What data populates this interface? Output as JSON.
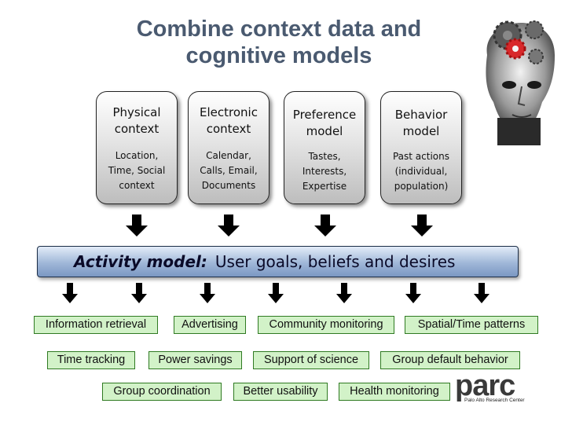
{
  "title": {
    "line1": "Combine context data and",
    "line2": "cognitive models"
  },
  "context_boxes": [
    {
      "heading_1": "Physical",
      "heading_2": "context",
      "detail_1": "Location,",
      "detail_2": "Time, Social",
      "detail_3": "context"
    },
    {
      "heading_1": "Electronic",
      "heading_2": "context",
      "detail_1": "Calendar,",
      "detail_2": "Calls, Email,",
      "detail_3": "Documents"
    },
    {
      "heading_1": "Preference",
      "heading_2": "model",
      "detail_1": "Tastes,",
      "detail_2": "Interests,",
      "detail_3": "Expertise"
    },
    {
      "heading_1": "Behavior",
      "heading_2": "model",
      "detail_1": "Past actions",
      "detail_2": "(individual,",
      "detail_3": "population)"
    }
  ],
  "activity_model": {
    "label": "Activity model:",
    "text": "User goals, beliefs and desires"
  },
  "applications": {
    "row1": [
      "Information retrieval",
      "Advertising",
      "Community monitoring",
      "Spatial/Time patterns"
    ],
    "row2": [
      "Time tracking",
      "Power savings",
      "Support of science",
      "Group default behavior"
    ],
    "row3": [
      "Group coordination",
      "Better usability",
      "Health monitoring"
    ]
  },
  "logo": {
    "word": "parc",
    "subtitle": "Palo Alto Research Center"
  },
  "colors": {
    "title": "#4a5a70",
    "activity_fill": "#9fb7d8",
    "app_fill": "#d2f2c8",
    "app_border": "#2f7a22"
  },
  "icons": [
    "head-gears-illustration",
    "down-arrow-icon"
  ]
}
